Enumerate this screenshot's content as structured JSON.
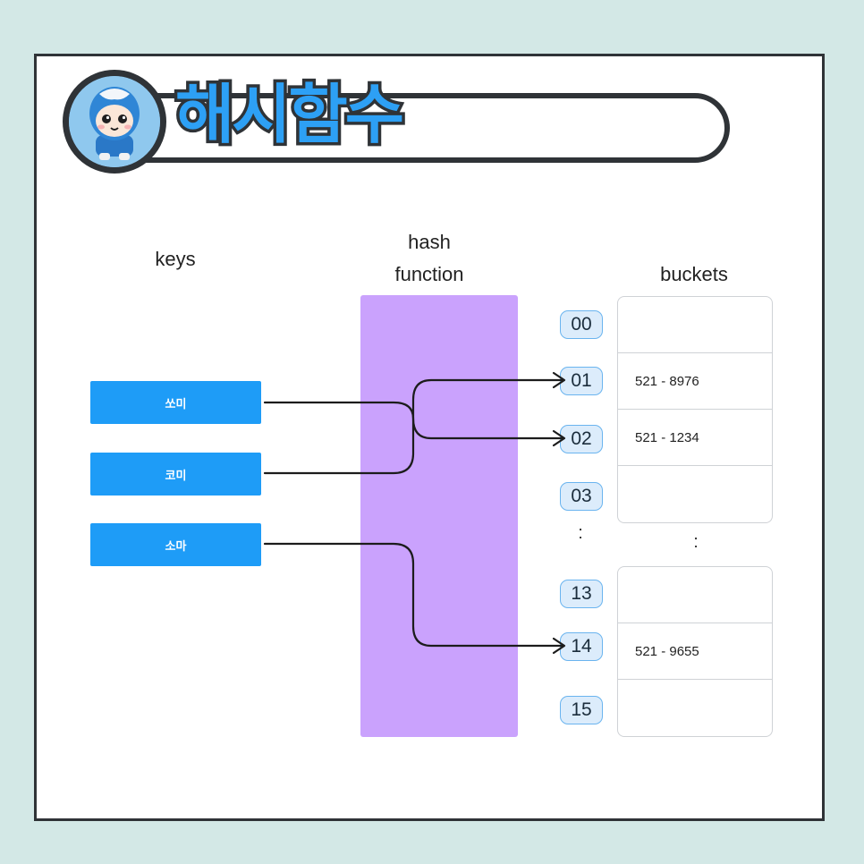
{
  "title": "해시함수",
  "labels": {
    "keys": "keys",
    "hash_line1": "hash",
    "hash_line2": "function",
    "buckets": "buckets"
  },
  "keys": [
    "쏘미",
    "코미",
    "소마"
  ],
  "indices_top": [
    "00",
    "01",
    "02",
    "03"
  ],
  "indices_bottom": [
    "13",
    "14",
    "15"
  ],
  "buckets_top": [
    "",
    "521 - 8976",
    "521 - 1234",
    ""
  ],
  "buckets_bottom": [
    "",
    "521 - 9655",
    ""
  ],
  "ellipsis": ":",
  "mappings": [
    {
      "key": "쏘미",
      "index": "02"
    },
    {
      "key": "코미",
      "index": "01"
    },
    {
      "key": "소마",
      "index": "14"
    }
  ],
  "colors": {
    "background": "#d3e8e6",
    "key_box": "#1e9cf7",
    "hash_function": "#caa2fd",
    "index_badge": "#dcecfb",
    "title": "#2da0f5",
    "outline": "#2f3337"
  }
}
